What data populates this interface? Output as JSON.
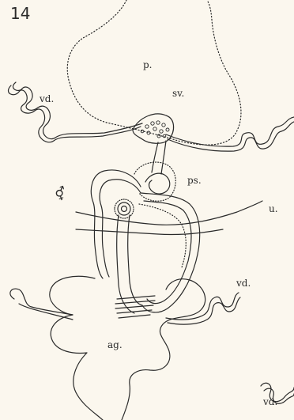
{
  "figure": {
    "number": "14",
    "labels": {
      "p": "p.",
      "sv": "sv.",
      "vd_left": "vd.",
      "ps": "ps.",
      "u": "u.",
      "hermaphrodite_symbol": "⚥",
      "vd_right": "vd.",
      "ag": "ag.",
      "vd_bottom": "vd."
    }
  },
  "colors": {
    "background": "#fbf7ee",
    "ink": "#2a2a2a"
  }
}
